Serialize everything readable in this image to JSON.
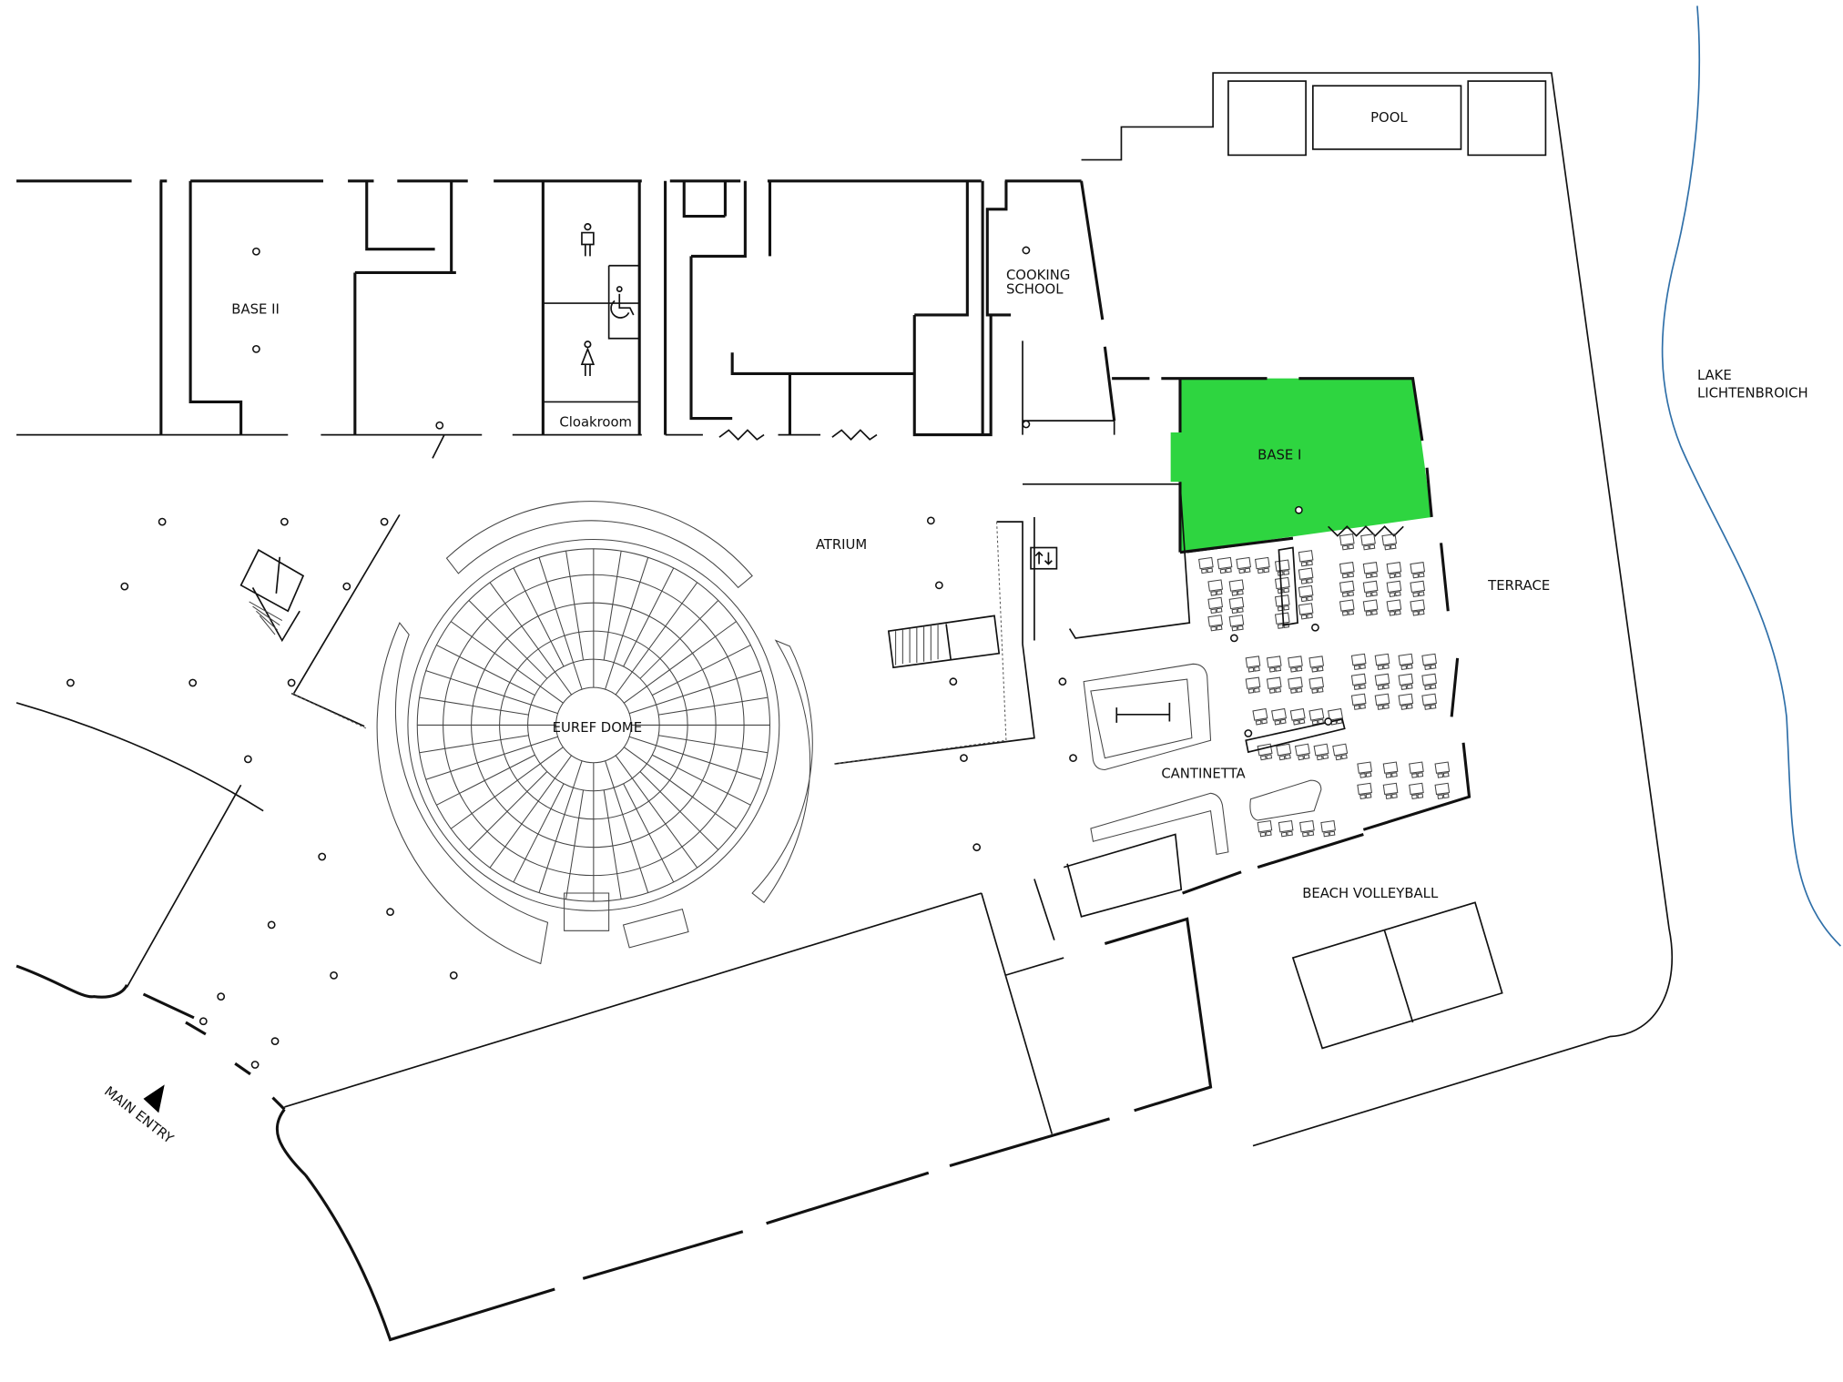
{
  "map": {
    "labels": {
      "base_ii": "BASE II",
      "cloakroom": "Cloakroom",
      "cooking_school_1": "COOKING",
      "cooking_school_2": "SCHOOL",
      "pool": "POOL",
      "lake_1": "LAKE",
      "lake_2": "LICHTENBROICH",
      "base_i": "BASE I",
      "atrium": "ATRIUM",
      "terrace": "TERRACE",
      "euref_dome": "EUREF DOME",
      "cantinetta": "CANTINETTA",
      "beach_volleyball": "BEACH VOLLEYBALL",
      "main_entry": "MAIN ENTRY"
    },
    "highlighted_area": "BASE I",
    "colors": {
      "highlight": "#2ED540",
      "lake": "#2f6fa8",
      "lines": "#111111"
    },
    "icons": [
      "male-restroom-icon",
      "female-restroom-icon",
      "wheelchair-icon",
      "elevator-icon",
      "entry-arrow-icon"
    ]
  }
}
